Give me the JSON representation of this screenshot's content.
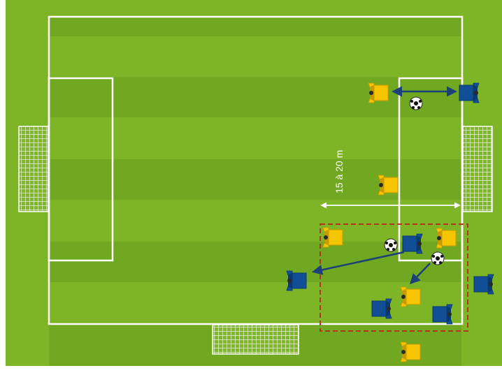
{
  "diagram": {
    "distance_label": "15 à 20 m",
    "colors": {
      "grass_light": "#80b927",
      "grass_dark": "#6fa421",
      "lines": "#ffffff",
      "team_yellow": "#f6c500",
      "team_blue": "#124e96",
      "arrow": "#1d3f7a",
      "zone_border": "#b5341c"
    },
    "players": [
      {
        "id": "yellow-1",
        "team": "yellow",
        "facing": "left"
      },
      {
        "id": "blue-1",
        "team": "blue",
        "facing": "right"
      },
      {
        "id": "yellow-2",
        "team": "yellow",
        "facing": "left"
      },
      {
        "id": "yellow-3",
        "team": "yellow",
        "facing": "left"
      },
      {
        "id": "blue-2",
        "team": "blue",
        "facing": "right"
      },
      {
        "id": "yellow-4",
        "team": "yellow",
        "facing": "left"
      },
      {
        "id": "blue-3",
        "team": "blue",
        "facing": "left"
      },
      {
        "id": "blue-4",
        "team": "blue",
        "facing": "right"
      },
      {
        "id": "yellow-5",
        "team": "yellow",
        "facing": "left"
      },
      {
        "id": "blue-5",
        "team": "blue",
        "facing": "right"
      },
      {
        "id": "blue-6",
        "team": "blue",
        "facing": "right"
      },
      {
        "id": "yellow-6",
        "team": "yellow",
        "facing": "left"
      }
    ],
    "icons": [
      "soccer-ball-icon",
      "goal-net-icon",
      "pass-arrow-icon"
    ]
  }
}
